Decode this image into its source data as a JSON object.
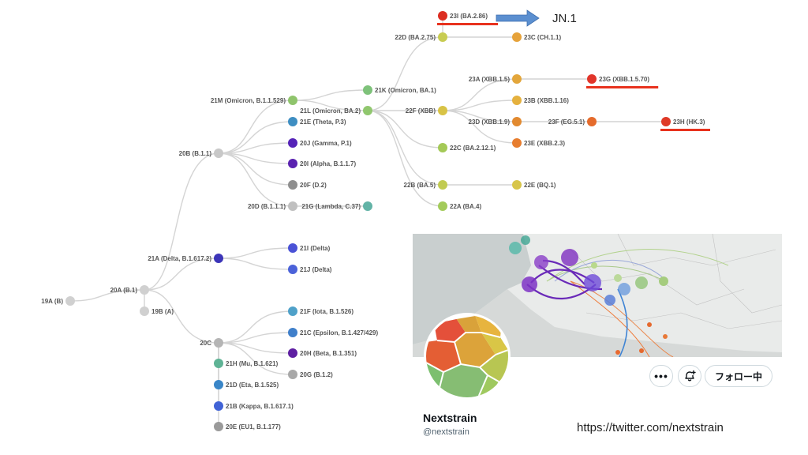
{
  "tree": {
    "nodes": [
      {
        "id": "19A",
        "label": "19A (B)",
        "color": "#d0d0d0"
      },
      {
        "id": "20A",
        "label": "20A (B.1)",
        "color": "#d0d0d0"
      },
      {
        "id": "19B",
        "label": "19B (A)",
        "color": "#d0d0d0"
      },
      {
        "id": "20B",
        "label": "20B (B.1.1)",
        "color": "#c8c8c8"
      },
      {
        "id": "21A",
        "label": "21A (Delta, B.1.617.2)",
        "color": "#3c35b8"
      },
      {
        "id": "20C",
        "label": "20C",
        "color": "#b5b5b5"
      },
      {
        "id": "21M",
        "label": "21M (Omicron, B.1.1.529)",
        "color": "#8fc46c"
      },
      {
        "id": "21E",
        "label": "21E (Theta, P.3)",
        "color": "#3e8ec2"
      },
      {
        "id": "20J",
        "label": "20J (Gamma, P.1)",
        "color": "#5523b8"
      },
      {
        "id": "20I",
        "label": "20I (Alpha, B.1.1.7)",
        "color": "#5a22b0"
      },
      {
        "id": "20F",
        "label": "20F (D.2)",
        "color": "#8f8f8f"
      },
      {
        "id": "20D",
        "label": "20D (B.1.1.1)",
        "color": "#c0c0c0"
      },
      {
        "id": "21L",
        "label": "21L (Omicron, BA.2)",
        "color": "#90c76e"
      },
      {
        "id": "21K",
        "label": "21K (Omicron, BA.1)",
        "color": "#7ec27a"
      },
      {
        "id": "22D",
        "label": "22D (BA.2.75)",
        "color": "#c8cc52"
      },
      {
        "id": "22F",
        "label": "22F (XBB)",
        "color": "#d8c346"
      },
      {
        "id": "22C",
        "label": "22C (BA.2.12.1)",
        "color": "#a4c957"
      },
      {
        "id": "22B",
        "label": "22B (BA.5)",
        "color": "#c1cb52"
      },
      {
        "id": "22A",
        "label": "22A (BA.4)",
        "color": "#a3cb5a"
      },
      {
        "id": "21G",
        "label": "21G (Lambda, C.37)",
        "color": "#62b3a6"
      },
      {
        "id": "23I",
        "label": "23I (BA.2.86)",
        "color": "#dc2e22"
      },
      {
        "id": "23C",
        "label": "23C (CH.1.1)",
        "color": "#e6a23a"
      },
      {
        "id": "23A",
        "label": "23A (XBB.1.5)",
        "color": "#e3a63b"
      },
      {
        "id": "23G",
        "label": "23G (XBB.1.5.70)",
        "color": "#e1352a"
      },
      {
        "id": "23B",
        "label": "23B (XBB.1.16)",
        "color": "#e5b13e"
      },
      {
        "id": "23D",
        "label": "23D (XBB.1.9)",
        "color": "#e28a30"
      },
      {
        "id": "23F",
        "label": "23F (EG.5.1)",
        "color": "#e56b2c"
      },
      {
        "id": "23H",
        "label": "23H (HK.3)",
        "color": "#df3a27"
      },
      {
        "id": "23E",
        "label": "23E (XBB.2.3)",
        "color": "#e77d2e"
      },
      {
        "id": "22E",
        "label": "22E (BQ.1)",
        "color": "#d7c549"
      },
      {
        "id": "21I",
        "label": "21I (Delta)",
        "color": "#4a52d6"
      },
      {
        "id": "21J",
        "label": "21J (Delta)",
        "color": "#4b62d9"
      },
      {
        "id": "21F",
        "label": "21F (Iota, B.1.526)",
        "color": "#4fa1c9"
      },
      {
        "id": "21C",
        "label": "21C (Epsilon, B.1.427/429)",
        "color": "#3f7fca"
      },
      {
        "id": "20H",
        "label": "20H (Beta, B.1.351)",
        "color": "#5e1fa2"
      },
      {
        "id": "20G",
        "label": "20G (B.1.2)",
        "color": "#a8a8a8"
      },
      {
        "id": "21H",
        "label": "21H (Mu, B.1.621)",
        "color": "#5fb395"
      },
      {
        "id": "21D",
        "label": "21D (Eta, B.1.525)",
        "color": "#3a86c8"
      },
      {
        "id": "21B",
        "label": "21B (Kappa, B.1.617.1)",
        "color": "#4163d6"
      },
      {
        "id": "20E",
        "label": "20E (EU1, B.1.177)",
        "color": "#9a9a9a"
      }
    ],
    "edges": [
      [
        "19A",
        "20A"
      ],
      [
        "20A",
        "19B"
      ],
      [
        "20A",
        "20B"
      ],
      [
        "20A",
        "21A"
      ],
      [
        "20A",
        "20C"
      ],
      [
        "20B",
        "21M"
      ],
      [
        "20B",
        "21E"
      ],
      [
        "20B",
        "20J"
      ],
      [
        "20B",
        "20I"
      ],
      [
        "20B",
        "20F"
      ],
      [
        "20B",
        "20D"
      ],
      [
        "21M",
        "21K"
      ],
      [
        "21M",
        "21L"
      ],
      [
        "21L",
        "22D"
      ],
      [
        "21L",
        "22F"
      ],
      [
        "21L",
        "22C"
      ],
      [
        "21L",
        "22B"
      ],
      [
        "21L",
        "22A"
      ],
      [
        "22D",
        "23I"
      ],
      [
        "22D",
        "23C"
      ],
      [
        "22F",
        "23A"
      ],
      [
        "22F",
        "23B"
      ],
      [
        "22F",
        "23D"
      ],
      [
        "22F",
        "23E"
      ],
      [
        "23A",
        "23G"
      ],
      [
        "23D",
        "23F"
      ],
      [
        "23F",
        "23H"
      ],
      [
        "22B",
        "22E"
      ],
      [
        "20D",
        "21G"
      ],
      [
        "21A",
        "21I"
      ],
      [
        "21A",
        "21J"
      ],
      [
        "20C",
        "21F"
      ],
      [
        "20C",
        "21C"
      ],
      [
        "20C",
        "20H"
      ],
      [
        "20C",
        "20G"
      ],
      [
        "20C",
        "21H"
      ],
      [
        "20C",
        "21D"
      ],
      [
        "20C",
        "21B"
      ],
      [
        "20C",
        "20E"
      ]
    ],
    "highlighted": [
      "23I",
      "23G",
      "23H"
    ],
    "highlight_color": "#e8321e",
    "arrow": {
      "from": "23I",
      "label": "JN.1",
      "color": "#5b8fd0"
    }
  },
  "profile": {
    "name": "Nextstrain",
    "handle": "@nextstrain",
    "follow_label": "フォロー中",
    "more_label": "•••",
    "more_icon": "more-icon",
    "notify_icon": "bell-plus-icon",
    "url": "https://twitter.com/nextstrain"
  }
}
